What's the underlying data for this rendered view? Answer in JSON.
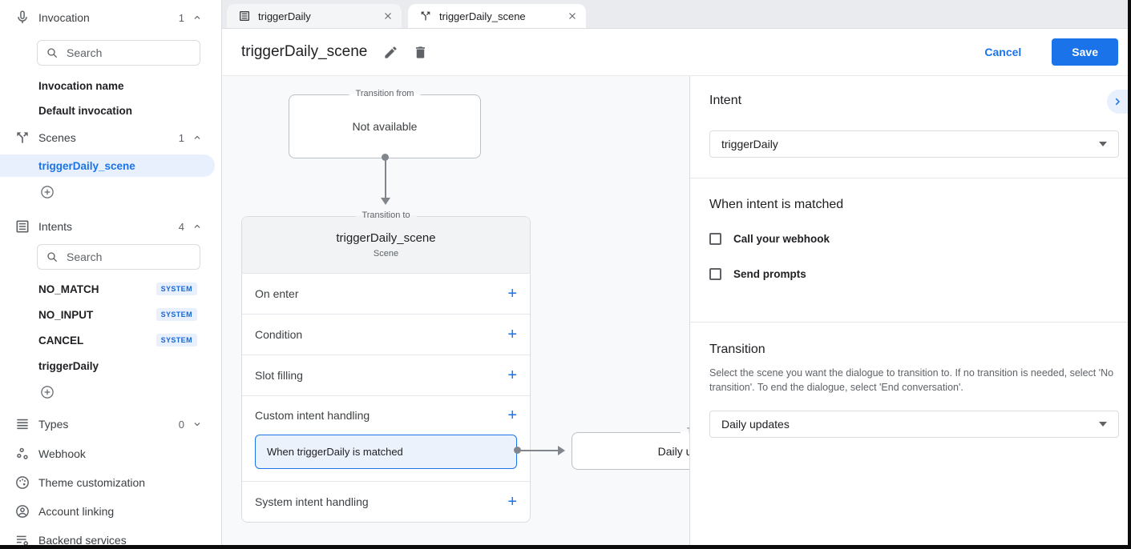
{
  "colors": {
    "accent": "#1a73e8",
    "accent_light_bg": "#e8f0fe",
    "badge_text": "#1967d2",
    "border": "#dadce0",
    "canvas_bg": "#f8f9fa",
    "scene_header_bg": "#f1f3f4"
  },
  "icons": {
    "invocation": "microphone-icon",
    "scenes": "split-arrow-icon",
    "intents": "list-alt-icon",
    "types": "reorder-icon",
    "webhook": "nodes-icon",
    "theme": "palette-icon",
    "account": "person-circle-icon",
    "backend": "list-gear-icon",
    "search": "magnifier-icon",
    "add": "plus-circle-icon",
    "edit": "pencil-icon",
    "delete": "trash-icon",
    "close": "close-icon",
    "dropdown": "caret-down-icon",
    "expand": "chevron-right-icon"
  },
  "sidebar": {
    "sections": {
      "invocation": {
        "label": "Invocation",
        "count": "1",
        "search_placeholder": "Search",
        "items": [
          {
            "label": "Invocation name"
          },
          {
            "label": "Default invocation"
          }
        ]
      },
      "scenes": {
        "label": "Scenes",
        "count": "1",
        "items": [
          {
            "label": "triggerDaily_scene",
            "selected": true
          }
        ]
      },
      "intents": {
        "label": "Intents",
        "count": "4",
        "search_placeholder": "Search",
        "items": [
          {
            "label": "NO_MATCH",
            "badge": "SYSTEM"
          },
          {
            "label": "NO_INPUT",
            "badge": "SYSTEM"
          },
          {
            "label": "CANCEL",
            "badge": "SYSTEM"
          },
          {
            "label": "triggerDaily",
            "badge": ""
          }
        ]
      },
      "types": {
        "label": "Types",
        "count": "0"
      }
    },
    "links": [
      {
        "label": "Webhook"
      },
      {
        "label": "Theme customization"
      },
      {
        "label": "Account linking"
      },
      {
        "label": "Backend services"
      }
    ]
  },
  "tabs": [
    {
      "label": "triggerDaily",
      "active": false
    },
    {
      "label": "triggerDaily_scene",
      "active": true
    }
  ],
  "header": {
    "title": "triggerDaily_scene",
    "cancel": "Cancel",
    "save": "Save"
  },
  "canvas": {
    "from_box": {
      "legend": "Transition from",
      "text": "Not available"
    },
    "scene_box": {
      "legend": "Transition to",
      "title": "triggerDaily_scene",
      "subtitle": "Scene",
      "rows": [
        {
          "label": "On enter"
        },
        {
          "label": "Condition"
        },
        {
          "label": "Slot filling"
        }
      ],
      "custom": {
        "label": "Custom intent handling",
        "item": "When triggerDaily is matched"
      },
      "system": {
        "label": "System intent handling"
      },
      "add": "+"
    },
    "target_box": {
      "legend": "Transition to",
      "text": "Daily updates"
    }
  },
  "panel": {
    "intent": {
      "heading": "Intent",
      "value": "triggerDaily"
    },
    "matched": {
      "heading": "When intent is matched",
      "options": [
        {
          "label": "Call your webhook"
        },
        {
          "label": "Send prompts"
        }
      ]
    },
    "transition": {
      "heading": "Transition",
      "description": "Select the scene you want the dialogue to transition to. If no transition is needed, select 'No transition'. To end the dialogue, select 'End conversation'.",
      "value": "Daily updates"
    }
  }
}
